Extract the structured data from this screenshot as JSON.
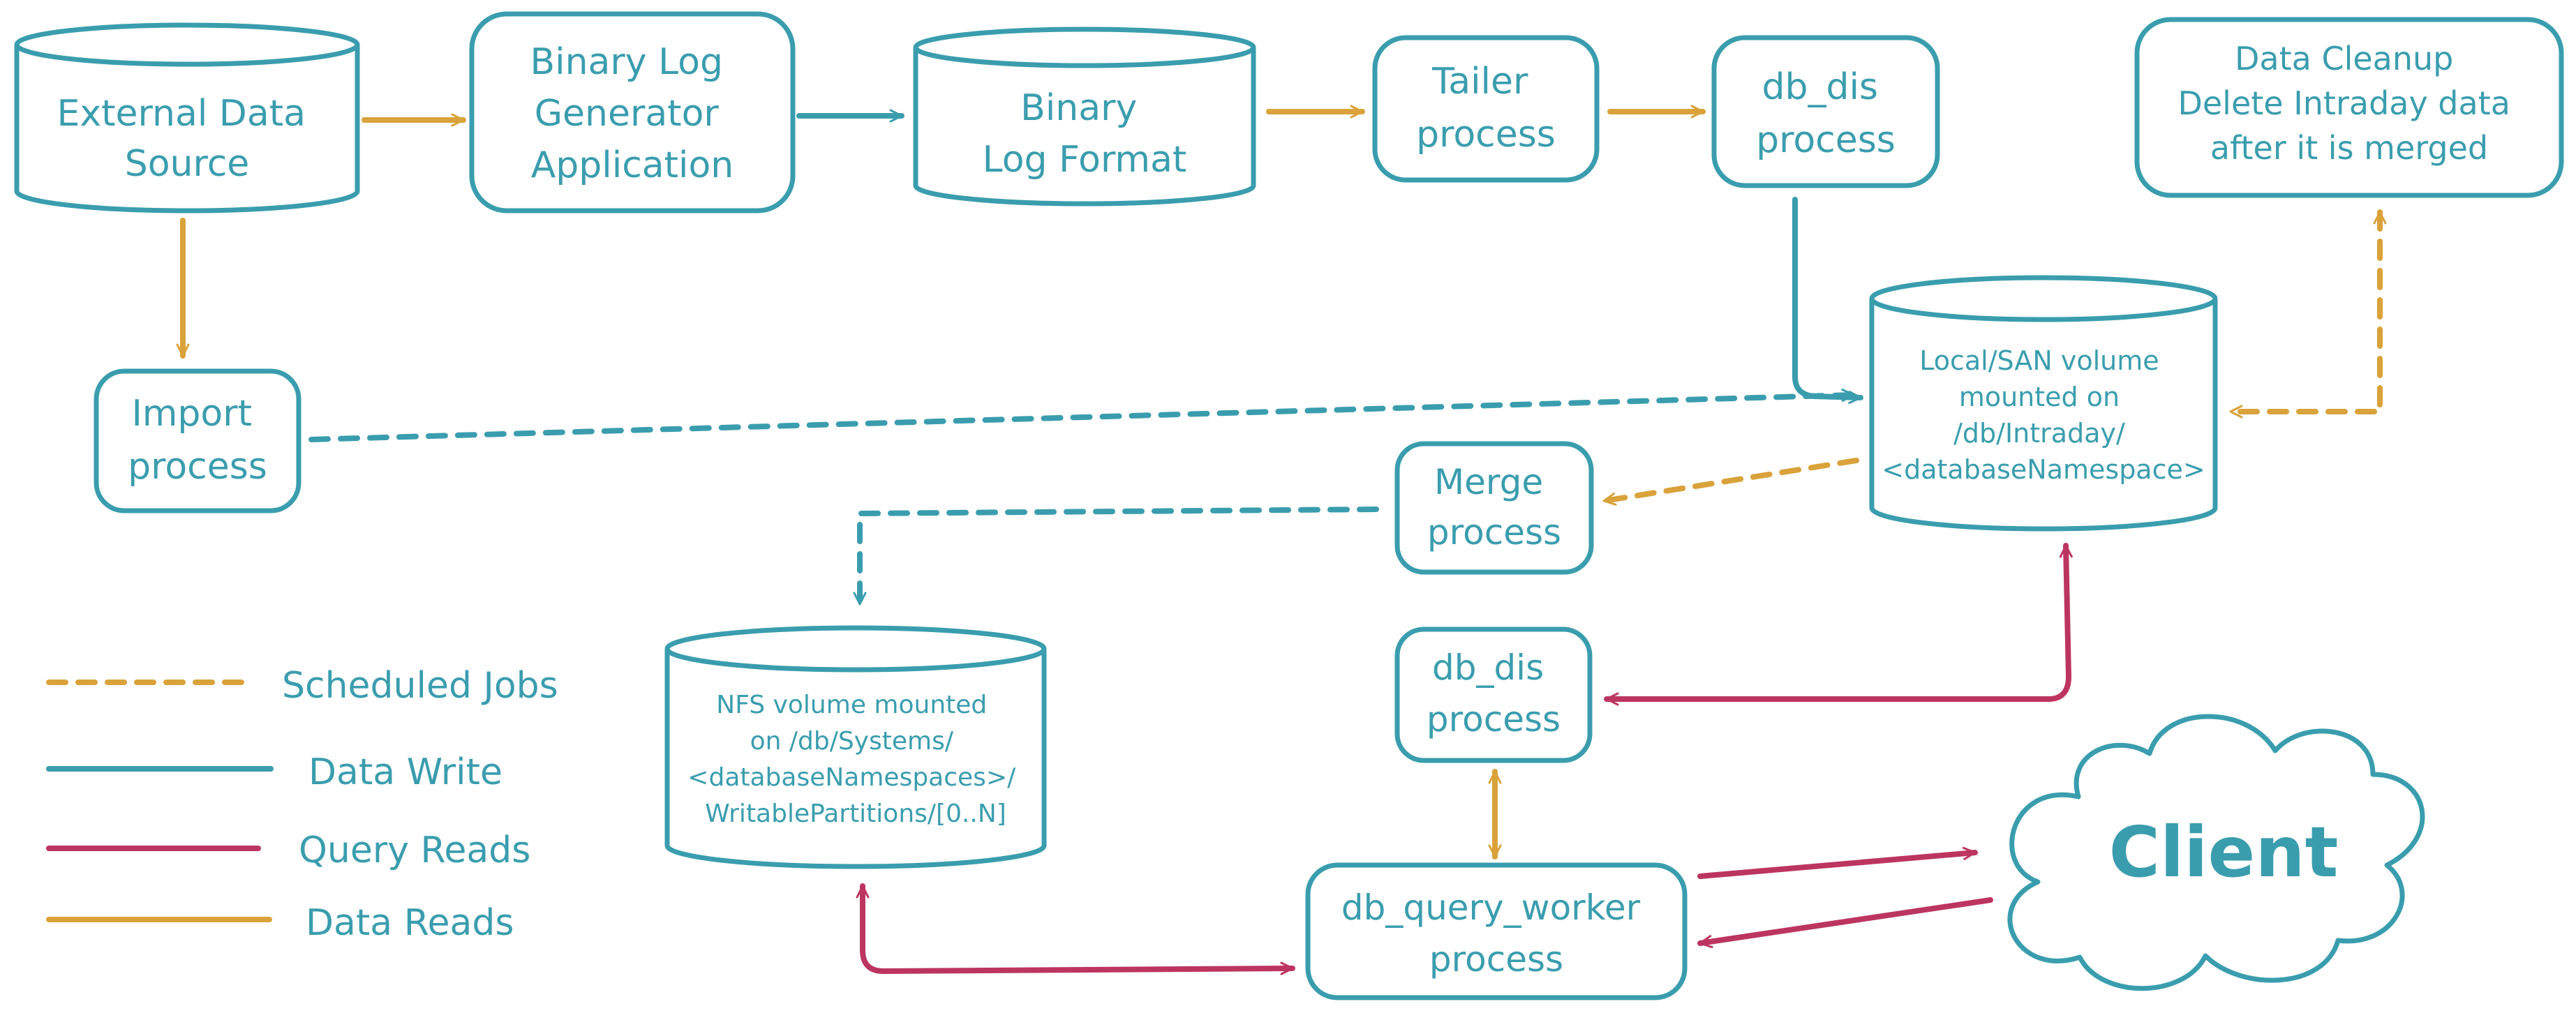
{
  "colors": {
    "teal": "#3A9DAE",
    "orange": "#D9A23A",
    "crimson": "#BC3560",
    "background": "#FFFFFF"
  },
  "nodes": {
    "external_data_source": {
      "shape": "cylinder",
      "lines": [
        "External Data",
        "Source"
      ]
    },
    "binary_log_generator": {
      "shape": "box",
      "lines": [
        "Binary Log",
        "Generator",
        "Application"
      ]
    },
    "binary_log_format": {
      "shape": "cylinder",
      "lines": [
        "Binary",
        "Log Format"
      ]
    },
    "tailer_process": {
      "shape": "box",
      "lines": [
        "Tailer",
        "process"
      ]
    },
    "db_dis_top": {
      "shape": "box",
      "lines": [
        "db_dis",
        "process"
      ]
    },
    "data_cleanup": {
      "shape": "box",
      "lines": [
        "Data Cleanup",
        "Delete Intraday data",
        "after it is merged"
      ]
    },
    "import_process": {
      "shape": "box",
      "lines": [
        "Import",
        "process"
      ]
    },
    "local_san_volume": {
      "shape": "cylinder",
      "lines": [
        "Local/SAN volume",
        "mounted on",
        "/db/Intraday/",
        "<databaseNamespace>"
      ]
    },
    "merge_process": {
      "shape": "box",
      "lines": [
        "Merge",
        "process"
      ]
    },
    "nfs_volume": {
      "shape": "cylinder",
      "lines": [
        "NFS volume mounted",
        "on /db/Systems/",
        "<databaseNamespaces>/",
        "WritablePartitions/[0..N]"
      ]
    },
    "db_dis_bottom": {
      "shape": "box",
      "lines": [
        "db_dis",
        "process"
      ]
    },
    "db_query_worker": {
      "shape": "box",
      "lines": [
        "db_query_worker",
        "process"
      ]
    },
    "client": {
      "shape": "cloud",
      "lines": [
        "Client"
      ]
    }
  },
  "legend": {
    "scheduled_jobs": "Scheduled Jobs",
    "data_write": "Data Write",
    "query_reads": "Query Reads",
    "data_reads": "Data Reads"
  },
  "edges": [
    {
      "from": "external_data_source",
      "to": "binary_log_generator",
      "kind": "data-reads"
    },
    {
      "from": "binary_log_generator",
      "to": "binary_log_format",
      "kind": "data-write"
    },
    {
      "from": "binary_log_format",
      "to": "tailer_process",
      "kind": "data-reads"
    },
    {
      "from": "tailer_process",
      "to": "db_dis_top",
      "kind": "data-reads"
    },
    {
      "from": "external_data_source",
      "to": "import_process",
      "kind": "data-reads"
    },
    {
      "from": "db_dis_top",
      "to": "local_san_volume",
      "kind": "data-write"
    },
    {
      "from": "import_process",
      "to": "local_san_volume",
      "kind": "scheduled-write"
    },
    {
      "from": "data_cleanup",
      "to": "local_san_volume",
      "kind": "scheduled-jobs",
      "bidirectional": true
    },
    {
      "from": "local_san_volume",
      "to": "merge_process",
      "kind": "scheduled-jobs"
    },
    {
      "from": "merge_process",
      "to": "nfs_volume",
      "kind": "scheduled-write"
    },
    {
      "from": "db_dis_bottom",
      "to": "local_san_volume",
      "kind": "query-reads",
      "bidirectional": true
    },
    {
      "from": "db_dis_bottom",
      "to": "db_query_worker",
      "kind": "data-reads",
      "bidirectional": true
    },
    {
      "from": "db_query_worker",
      "to": "nfs_volume",
      "kind": "query-reads",
      "bidirectional": true
    },
    {
      "from": "db_query_worker",
      "to": "client",
      "kind": "query-reads"
    },
    {
      "from": "client",
      "to": "db_query_worker",
      "kind": "query-reads"
    }
  ]
}
